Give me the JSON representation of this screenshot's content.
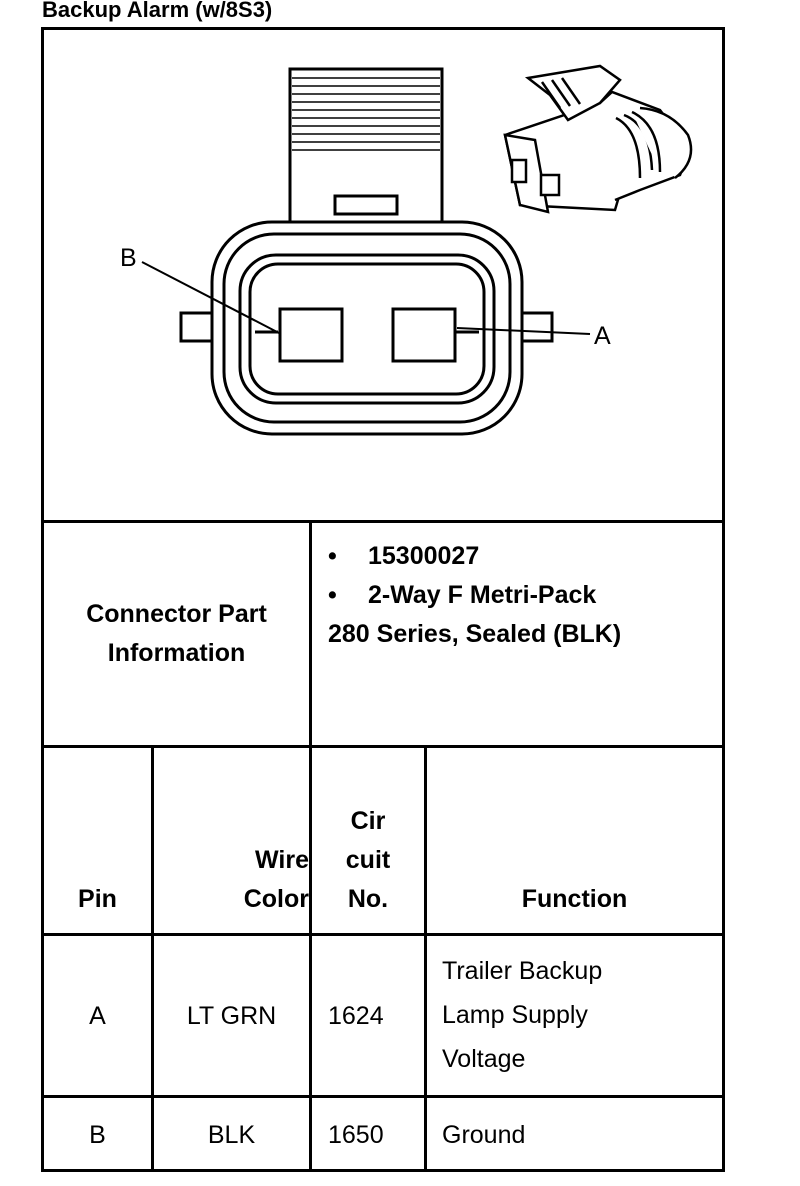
{
  "title": "Backup Alarm (w/8S3)",
  "diagram": {
    "label_b": "B",
    "label_a": "A"
  },
  "connector": {
    "heading_line1": "Connector Part",
    "heading_line2": "Information",
    "bullet1": "15300027",
    "bullet2": "2-Way F Metri-Pack",
    "bullet2_cont": "280 Series, Sealed (BLK)"
  },
  "table": {
    "headers": {
      "pin": "Pin",
      "wire_line1": "Wire",
      "wire_line2": "Color",
      "cir_line1": "Cir",
      "cir_line2": "cuit",
      "cir_line3": "No.",
      "function": "Function"
    },
    "rows": [
      {
        "pin": "A",
        "color": "LT GRN",
        "circuit": "1624",
        "function_lines": [
          "Trailer Backup",
          "Lamp Supply",
          "Voltage"
        ]
      },
      {
        "pin": "B",
        "color": "BLK",
        "circuit": "1650",
        "function_lines": [
          "Ground"
        ]
      }
    ]
  }
}
